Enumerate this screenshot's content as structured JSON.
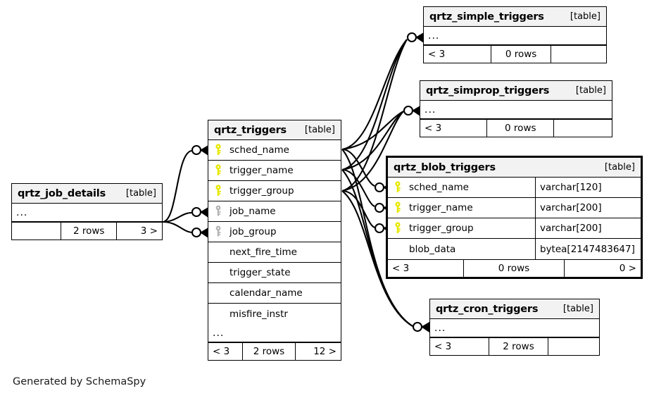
{
  "diagram": {
    "kind": "database-schema-erd",
    "generator_note": "Generated by SchemaSpy",
    "background": "#ffffff",
    "line_color": "#000000",
    "header_fill": "#f2f2f2",
    "pk_key_color": "#e8e800",
    "fk_key_color": "#b3b3b3"
  },
  "tables": [
    {
      "id": "qrtz_job_details",
      "name": "qrtz_job_details",
      "tag": "[table]",
      "focused": false,
      "collapsed": true,
      "ellipsis": "...",
      "columns": [],
      "footer": {
        "left": "",
        "center": "2 rows",
        "right": "3 >"
      }
    },
    {
      "id": "qrtz_triggers",
      "name": "qrtz_triggers",
      "tag": "[table]",
      "focused": false,
      "collapsed": false,
      "ellipsis": "...",
      "columns": [
        {
          "name": "sched_name",
          "key": "primary",
          "type": ""
        },
        {
          "name": "trigger_name",
          "key": "primary",
          "type": ""
        },
        {
          "name": "trigger_group",
          "key": "primary",
          "type": ""
        },
        {
          "name": "job_name",
          "key": "foreign",
          "type": ""
        },
        {
          "name": "job_group",
          "key": "foreign",
          "type": ""
        },
        {
          "name": "next_fire_time",
          "key": "none",
          "type": ""
        },
        {
          "name": "trigger_state",
          "key": "none",
          "type": ""
        },
        {
          "name": "calendar_name",
          "key": "none",
          "type": ""
        },
        {
          "name": "misfire_instr",
          "key": "none",
          "type": ""
        }
      ],
      "footer": {
        "left": "< 3",
        "center": "2 rows",
        "right": "12 >"
      }
    },
    {
      "id": "qrtz_blob_triggers",
      "name": "qrtz_blob_triggers",
      "tag": "[table]",
      "focused": true,
      "collapsed": false,
      "ellipsis": "",
      "columns": [
        {
          "name": "sched_name",
          "key": "primary",
          "type": "varchar[120]"
        },
        {
          "name": "trigger_name",
          "key": "primary",
          "type": "varchar[200]"
        },
        {
          "name": "trigger_group",
          "key": "primary",
          "type": "varchar[200]"
        },
        {
          "name": "blob_data",
          "key": "none",
          "type": "bytea[2147483647]"
        }
      ],
      "footer": {
        "left": "< 3",
        "center": "0 rows",
        "right": "0 >"
      }
    },
    {
      "id": "qrtz_simple_triggers",
      "name": "qrtz_simple_triggers",
      "tag": "[table]",
      "focused": false,
      "collapsed": true,
      "ellipsis": "...",
      "columns": [],
      "footer": {
        "left": "< 3",
        "center": "0 rows",
        "right": ""
      }
    },
    {
      "id": "qrtz_simprop_triggers",
      "name": "qrtz_simprop_triggers",
      "tag": "[table]",
      "focused": false,
      "collapsed": true,
      "ellipsis": "...",
      "columns": [],
      "footer": {
        "left": "< 3",
        "center": "0 rows",
        "right": ""
      }
    },
    {
      "id": "qrtz_cron_triggers",
      "name": "qrtz_cron_triggers",
      "tag": "[table]",
      "focused": false,
      "collapsed": true,
      "ellipsis": "...",
      "columns": [],
      "footer": {
        "left": "< 3",
        "center": "2 rows",
        "right": ""
      }
    }
  ],
  "relationships": [
    {
      "from": "qrtz_job_details",
      "to": "qrtz_triggers",
      "to_column": "sched_name"
    },
    {
      "from": "qrtz_job_details",
      "to": "qrtz_triggers",
      "to_column": "job_name"
    },
    {
      "from": "qrtz_job_details",
      "to": "qrtz_triggers",
      "to_column": "job_group"
    },
    {
      "from": "qrtz_triggers",
      "to": "qrtz_simple_triggers",
      "to_column": "..."
    },
    {
      "from": "qrtz_triggers",
      "to": "qrtz_simprop_triggers",
      "to_column": "..."
    },
    {
      "from": "qrtz_triggers",
      "to": "qrtz_blob_triggers",
      "to_column": "sched_name"
    },
    {
      "from": "qrtz_triggers",
      "to": "qrtz_blob_triggers",
      "to_column": "trigger_name"
    },
    {
      "from": "qrtz_triggers",
      "to": "qrtz_blob_triggers",
      "to_column": "trigger_group"
    },
    {
      "from": "qrtz_triggers",
      "to": "qrtz_cron_triggers",
      "to_column": "..."
    }
  ]
}
